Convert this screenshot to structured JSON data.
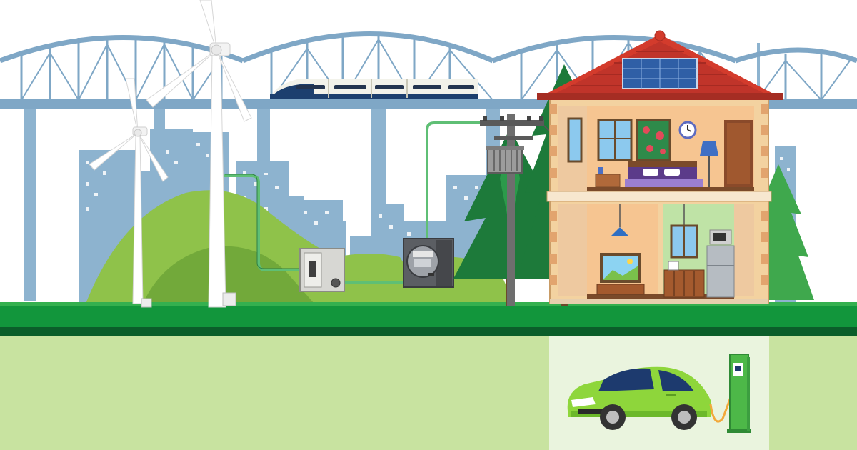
{
  "scene": {
    "elements": [
      "city-skyline",
      "arch-bridge",
      "high-speed-train",
      "wind-turbine-small",
      "wind-turbine-large",
      "green-hills",
      "power-line",
      "disconnect-switch-box",
      "electric-meter",
      "utility-pole",
      "pole-transformer",
      "pine-trees",
      "two-storey-house",
      "rooftop-solar-panel",
      "ev-garage",
      "electric-car",
      "ev-charging-station"
    ],
    "colors": {
      "skyline": "#8db3cf",
      "bridge": "#7fa7c6",
      "hill": "#8fc24a",
      "ground": "#12963c",
      "ground_dark": "#0b5e2a",
      "underground": "#c8e3a0",
      "roof": "#d33b2c",
      "house_wall": "#f3d2a0",
      "car": "#8ed63b",
      "charger": "#4db848",
      "wire": "#5fbf75"
    }
  }
}
